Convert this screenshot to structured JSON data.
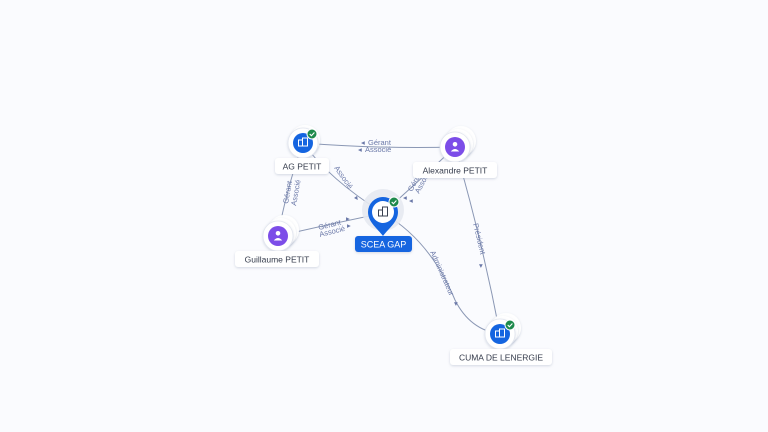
{
  "nodes": {
    "ag_petit": {
      "label": "AG PETIT",
      "kind": "company",
      "verified": true
    },
    "alexandre_petit": {
      "label": "Alexandre PETIT",
      "kind": "person",
      "verified": false
    },
    "scea_gap": {
      "label": "SCEA GAP",
      "kind": "company",
      "verified": true,
      "focus": true
    },
    "guillaume_petit": {
      "label": "Guillaume PETIT",
      "kind": "person",
      "verified": false
    },
    "cuma": {
      "label": "CUMA DE LENERGIE",
      "kind": "company",
      "verified": true
    }
  },
  "edges": {
    "alex_ag_1": "Gérant",
    "alex_ag_2": "Associé",
    "ag_scea": "Associé",
    "ag_guillaume_1": "Gérant",
    "ag_guillaume_2": "Associé",
    "guillaume_scea_1": "Gérant",
    "guillaume_scea_2": "Associé",
    "alex_scea_1": "Gérant",
    "alex_scea_2": "Associé",
    "alex_cuma": "Président",
    "scea_cuma": "Administrateur"
  },
  "colors": {
    "company": "#1565e0",
    "person": "#7c4de8",
    "verified": "#1e8a4c",
    "edge": "#8a97b4",
    "edge_label": "#6a78a8",
    "focus_label_bg": "#1565e0"
  },
  "icons": {
    "company": "building-icon",
    "person": "person-icon",
    "verified": "check-badge-icon"
  }
}
